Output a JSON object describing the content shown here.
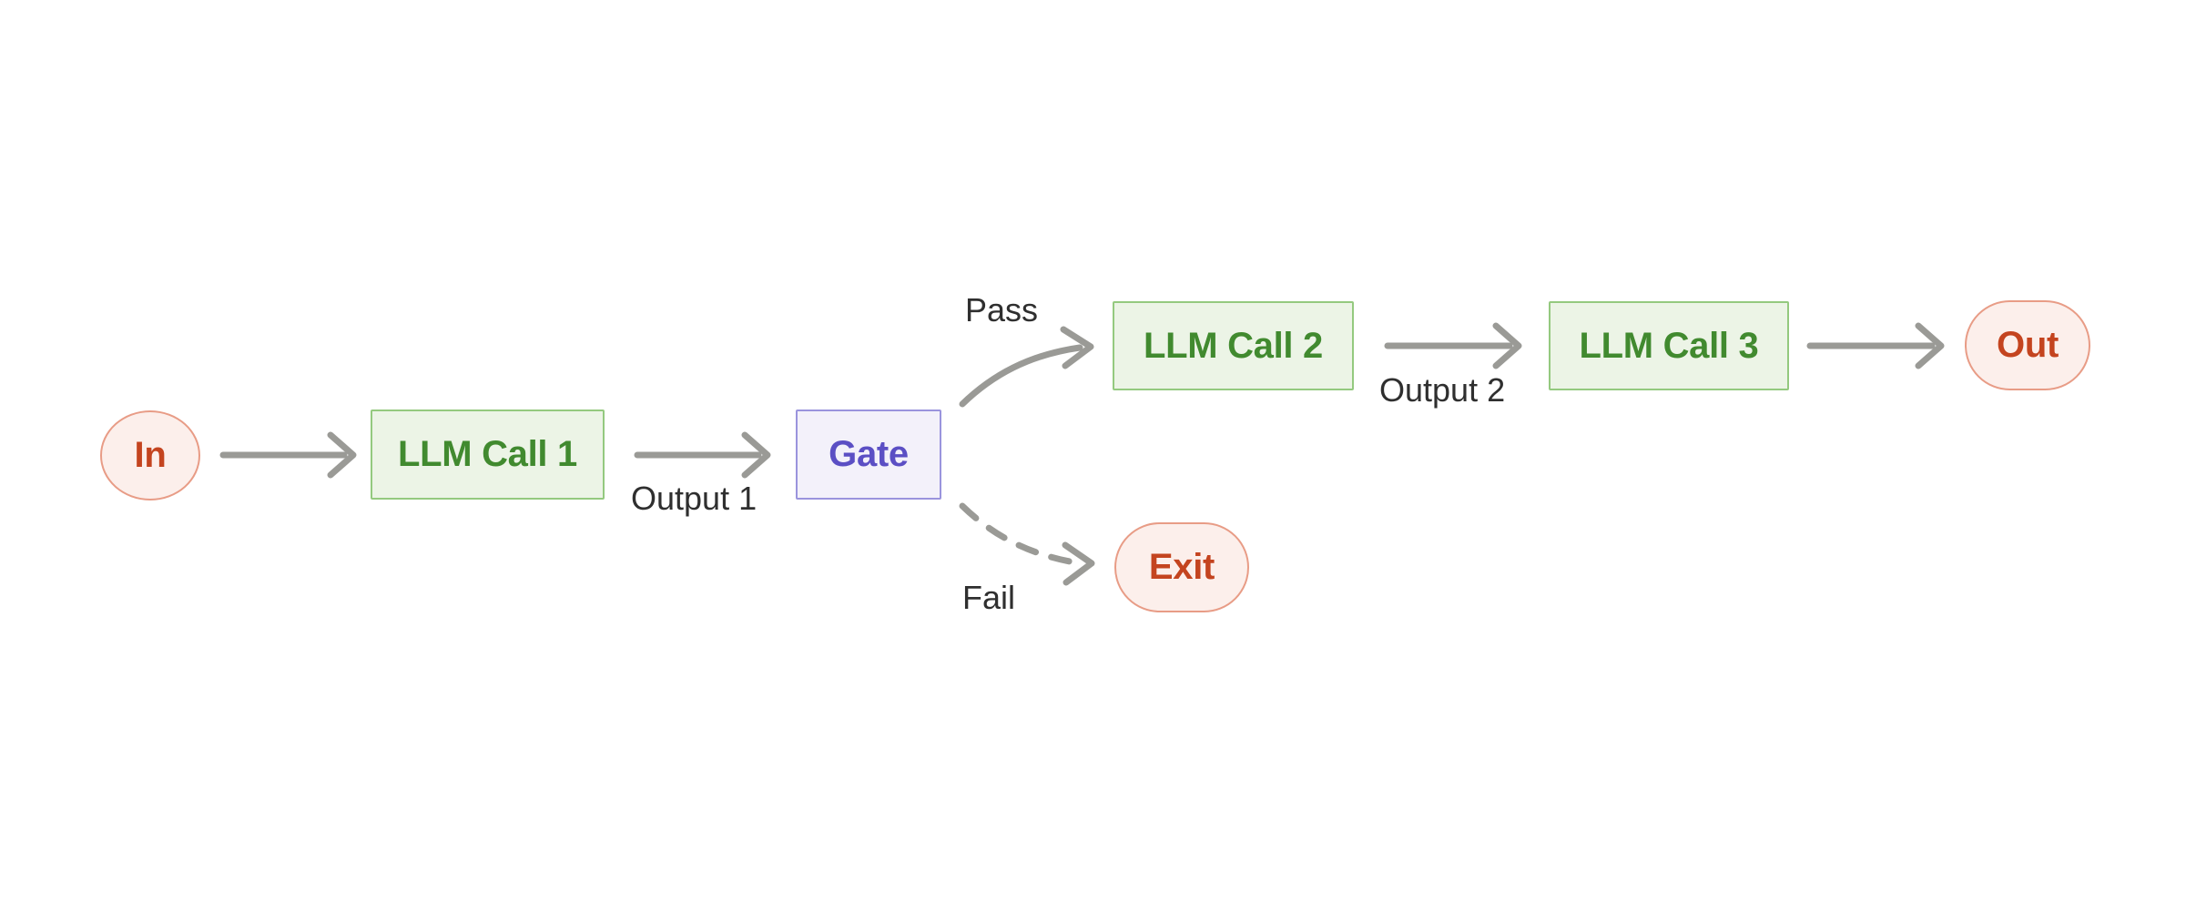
{
  "diagram": {
    "title": "LLM gate routing workflow",
    "background": "#ffffff",
    "edge_color": "#9a9a96",
    "nodes": [
      {
        "id": "in",
        "label": "In",
        "shape": "ellipse",
        "kind": "terminal",
        "fill": "#fcefeb",
        "stroke": "#e89c86",
        "text_color": "#c4441f"
      },
      {
        "id": "call1",
        "label": "LLM Call 1",
        "shape": "rect",
        "kind": "process",
        "fill": "#ecf4e6",
        "stroke": "#94c97f",
        "text_color": "#418a2f"
      },
      {
        "id": "gate",
        "label": "Gate",
        "shape": "rect",
        "kind": "gate",
        "fill": "#f3f1fa",
        "stroke": "#9a94dd",
        "text_color": "#5b4fc4"
      },
      {
        "id": "call2",
        "label": "LLM Call 2",
        "shape": "rect",
        "kind": "process",
        "fill": "#ecf4e6",
        "stroke": "#94c97f",
        "text_color": "#418a2f"
      },
      {
        "id": "call3",
        "label": "LLM Call 3",
        "shape": "rect",
        "kind": "process",
        "fill": "#ecf4e6",
        "stroke": "#94c97f",
        "text_color": "#418a2f"
      },
      {
        "id": "out",
        "label": "Out",
        "shape": "stadium",
        "kind": "terminal",
        "fill": "#fcefeb",
        "stroke": "#e89c86",
        "text_color": "#c4441f"
      },
      {
        "id": "exit",
        "label": "Exit",
        "shape": "stadium",
        "kind": "terminal",
        "fill": "#fcefeb",
        "stroke": "#e89c86",
        "text_color": "#c4441f"
      }
    ],
    "edges": [
      {
        "id": "e1",
        "from": "in",
        "to": "call1",
        "label": "",
        "style": "solid"
      },
      {
        "id": "e2",
        "from": "call1",
        "to": "gate",
        "label": "Output 1",
        "style": "solid"
      },
      {
        "id": "e3",
        "from": "gate",
        "to": "call2",
        "label": "Pass",
        "style": "solid"
      },
      {
        "id": "e4",
        "from": "gate",
        "to": "exit",
        "label": "Fail",
        "style": "dashed"
      },
      {
        "id": "e5",
        "from": "call2",
        "to": "call3",
        "label": "Output 2",
        "style": "solid"
      },
      {
        "id": "e6",
        "from": "call3",
        "to": "out",
        "label": "",
        "style": "solid"
      }
    ],
    "labels": {
      "output1": "Output 1",
      "output2": "Output 2",
      "pass": "Pass",
      "fail": "Fail"
    }
  }
}
